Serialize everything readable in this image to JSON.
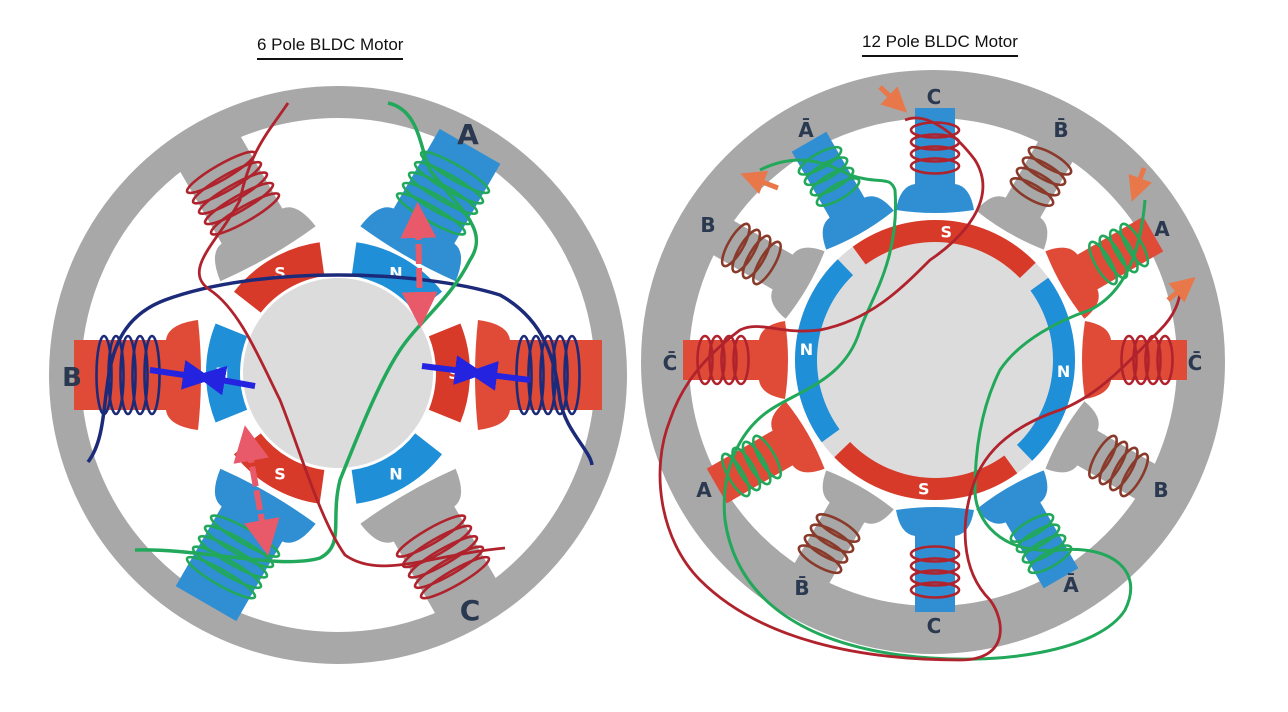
{
  "motors": {
    "six_pole": {
      "title": "6 Pole BLDC Motor",
      "phase_labels": [
        "A",
        "B",
        "C"
      ],
      "rotor_poles": [
        "S",
        "N",
        "S",
        "N",
        "S",
        "N"
      ]
    },
    "twelve_pole": {
      "title": "12 Pole BLDC Motor",
      "phase_labels": [
        "C",
        "B̄",
        "A",
        "C̄",
        "B",
        "Ā",
        "C",
        "B̄",
        "A",
        "C̄",
        "B",
        "Ā"
      ],
      "rotor_poles": [
        "S",
        "N",
        "S",
        "N"
      ]
    }
  },
  "colors": {
    "stator": "#a8a8a8",
    "rotor_core": "#dcdcdc",
    "north": "#1f8fd8",
    "south": "#d83a2a",
    "phase_a_wire": "#22a85a",
    "phase_b_wire": "#1c2a7a",
    "phase_c_wire": "#b0232d",
    "flux_arrow": "#2323e0",
    "force_arrow": "#e85a6a",
    "current_arrow": "#e8784a",
    "label_text": "#2a3950"
  }
}
